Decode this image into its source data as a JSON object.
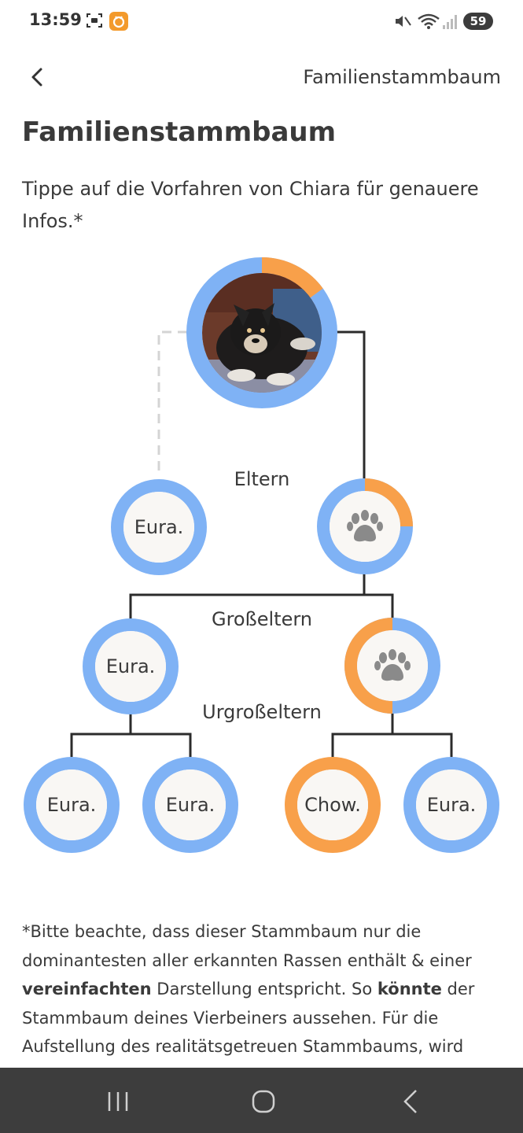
{
  "status_bar": {
    "time": "13:59",
    "battery": "59"
  },
  "header": {
    "title": "Familienstammbaum"
  },
  "page": {
    "title": "Familienstammbaum",
    "intro": "Tippe auf die Vorfahren von Chiara für genauere Infos.*"
  },
  "tree": {
    "labels": {
      "parents": "Eltern",
      "grandparents": "Großeltern",
      "great_grandparents": "Urgroßeltern"
    },
    "root": {
      "name": "Chiara",
      "orange_share": 0.15
    },
    "nodes": {
      "parent_left": {
        "label": "Eura.",
        "color": "#7fb2f5"
      },
      "parent_right": {
        "icon": "paw-icon",
        "orange_share": 0.25
      },
      "grand_left": {
        "label": "Eura.",
        "color": "#7fb2f5"
      },
      "grand_right": {
        "icon": "paw-icon",
        "orange_share": 0.5
      },
      "great_1": {
        "label": "Eura.",
        "color": "#7fb2f5"
      },
      "great_2": {
        "label": "Eura.",
        "color": "#7fb2f5"
      },
      "great_3": {
        "label": "Chow.",
        "color": "#f8a04a"
      },
      "great_4": {
        "label": "Eura.",
        "color": "#7fb2f5"
      }
    },
    "colors": {
      "blue": "#7fb2f5",
      "orange": "#f8a04a"
    }
  },
  "footnote": {
    "part1": "*Bitte beachte, dass dieser Stammbaum nur die dominantesten aller erkannten Rassen enthält & einer ",
    "bold1": "vereinfachten",
    "part2": " Darstellung entspricht. So ",
    "bold2": "könnte",
    "part3": " der Stammbaum deines Vierbeiners aussehen. Für die Aufstellung des realitätsgetreuen Stammbaums, wird eine DNA-Probe von jedem Familienmitglied benötigt."
  }
}
